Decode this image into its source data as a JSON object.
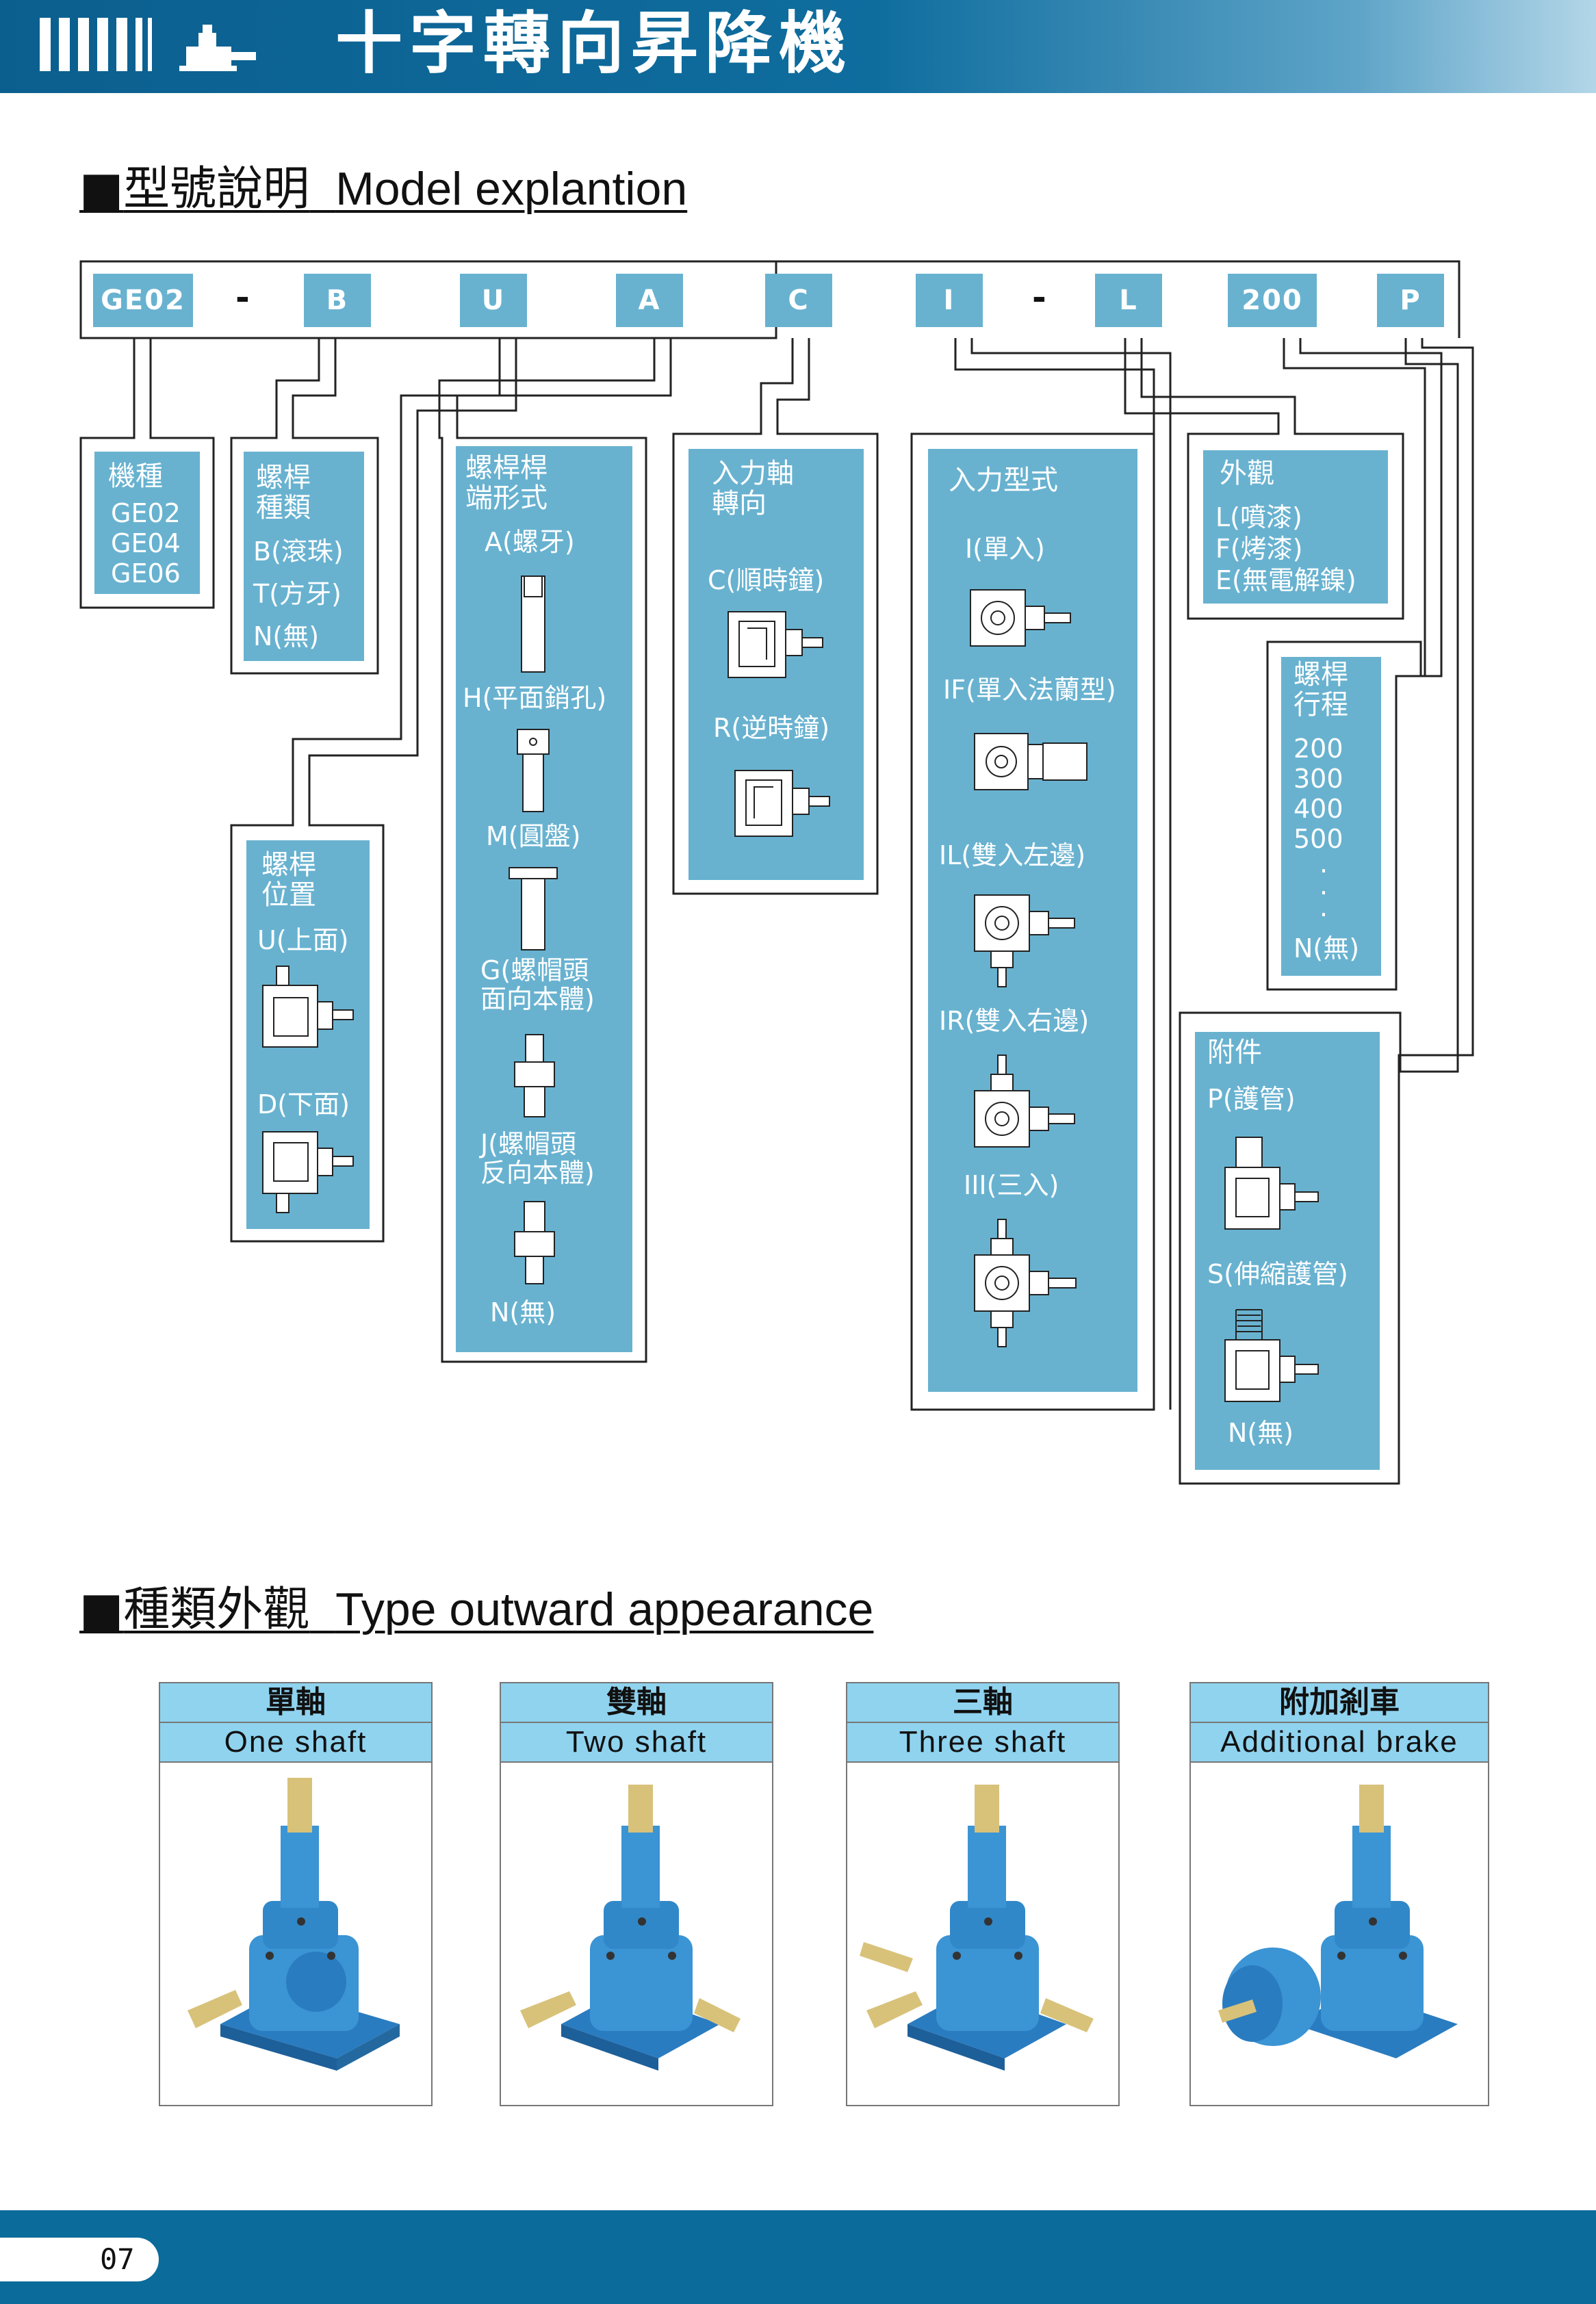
{
  "header": {
    "title": "十字轉向昇降機"
  },
  "section_model": {
    "square": "■",
    "zh": "型號說明",
    "en": "Model explantion"
  },
  "codes": [
    "GE02",
    "-",
    "B",
    "U",
    "A",
    "C",
    "I",
    "-",
    "L",
    "200",
    "P"
  ],
  "panels": {
    "machine": {
      "title": "機種",
      "items": [
        "GE02",
        "GE04",
        "GE06"
      ]
    },
    "screw_type": {
      "title": [
        "螺桿",
        "種類"
      ],
      "items": [
        "B(滾珠)",
        "T(方牙)",
        "N(無)"
      ]
    },
    "screw_position": {
      "title": [
        "螺桿",
        "位置"
      ],
      "items": [
        "U(上面)",
        "D(下面)"
      ]
    },
    "screw_end": {
      "title": [
        "螺桿桿",
        "端形式"
      ],
      "items": [
        "A(螺牙)",
        "H(平面銷孔)",
        "M(圓盤)",
        "G(螺帽頭",
        "面向本體)",
        "J(螺帽頭",
        "反向本體)",
        "N(無)"
      ]
    },
    "input_dir": {
      "title": [
        "入力軸",
        "轉向"
      ],
      "items": [
        "C(順時鐘)",
        "R(逆時鐘)"
      ]
    },
    "input_type": {
      "title": "入力型式",
      "items": [
        "I(單入)",
        "IF(單入法蘭型)",
        "IL(雙入左邊)",
        "IR(雙入右邊)",
        "III(三入)"
      ]
    },
    "appearance": {
      "title": "外觀",
      "items": [
        "L(噴漆)",
        "F(烤漆)",
        "E(無電解鎳)"
      ]
    },
    "stroke": {
      "title": [
        "螺桿",
        "行程"
      ],
      "items": [
        "200",
        "300",
        "400",
        "500",
        ".",
        ".",
        ".",
        "N(無)"
      ]
    },
    "accessory": {
      "title": "附件",
      "items": [
        "P(護管)",
        "S(伸縮護管)",
        "N(無)"
      ]
    }
  },
  "section_type": {
    "square": "■",
    "zh": "種類外觀",
    "en": "Type outward appearance"
  },
  "types": [
    {
      "zh": "單軸",
      "en": "One shaft"
    },
    {
      "zh": "雙軸",
      "en": "Two shaft"
    },
    {
      "zh": "三軸",
      "en": "Three shaft"
    },
    {
      "zh": "附加剎車",
      "en": "Additional brake"
    }
  ],
  "footer": {
    "page": "07"
  },
  "colors": {
    "header": "#0b5f8f",
    "panel": "#68b2d0",
    "card_head": "#8fd3ef",
    "product": "#2f86c6",
    "brass": "#d8c27a"
  }
}
